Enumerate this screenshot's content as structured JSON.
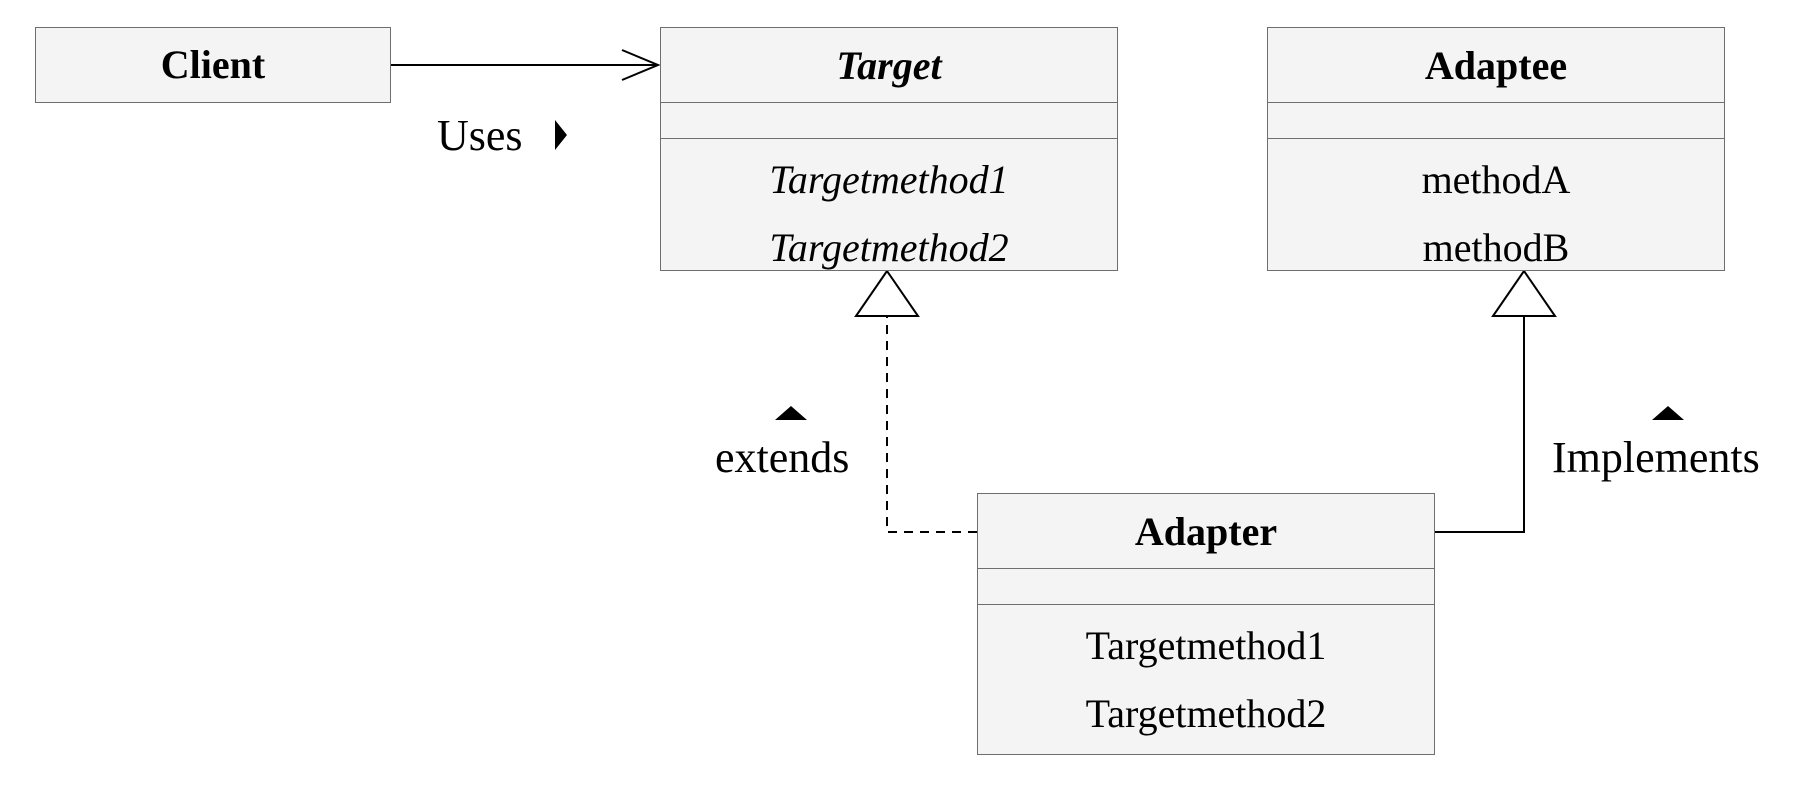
{
  "classes": {
    "client": {
      "name": "Client"
    },
    "target": {
      "name": "Target",
      "methods": [
        "Targetmethod1",
        "Targetmethod2"
      ]
    },
    "adaptee": {
      "name": "Adaptee",
      "methods": [
        "methodA",
        "methodB"
      ]
    },
    "adapter": {
      "name": "Adapter",
      "methods": [
        "Targetmethod1",
        "Targetmethod2"
      ]
    }
  },
  "relations": {
    "uses": "Uses",
    "extends": "extends",
    "implements": "Implements"
  }
}
